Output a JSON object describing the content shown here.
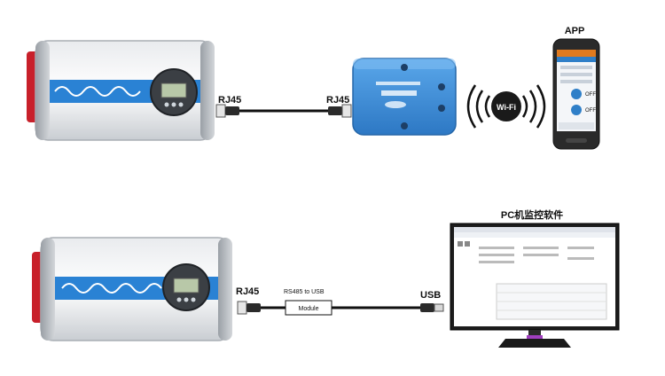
{
  "top_row": {
    "port_left": "RJ45",
    "port_right": "RJ45",
    "wifi_label": "Wi-Fi",
    "app_label": "APP",
    "app_buttons": [
      "OFF",
      "OFF"
    ]
  },
  "bottom_row": {
    "port_left": "RJ45",
    "converter_caption": "RS485 to USB",
    "module_label": "Module",
    "port_right": "USB",
    "pc_label": "PC机监控软件"
  },
  "colors": {
    "inverter_blue": "#2a82d4",
    "adapter_blue": "#3c8ed8",
    "terminal_red": "#c8202a",
    "cable": "#111111"
  }
}
